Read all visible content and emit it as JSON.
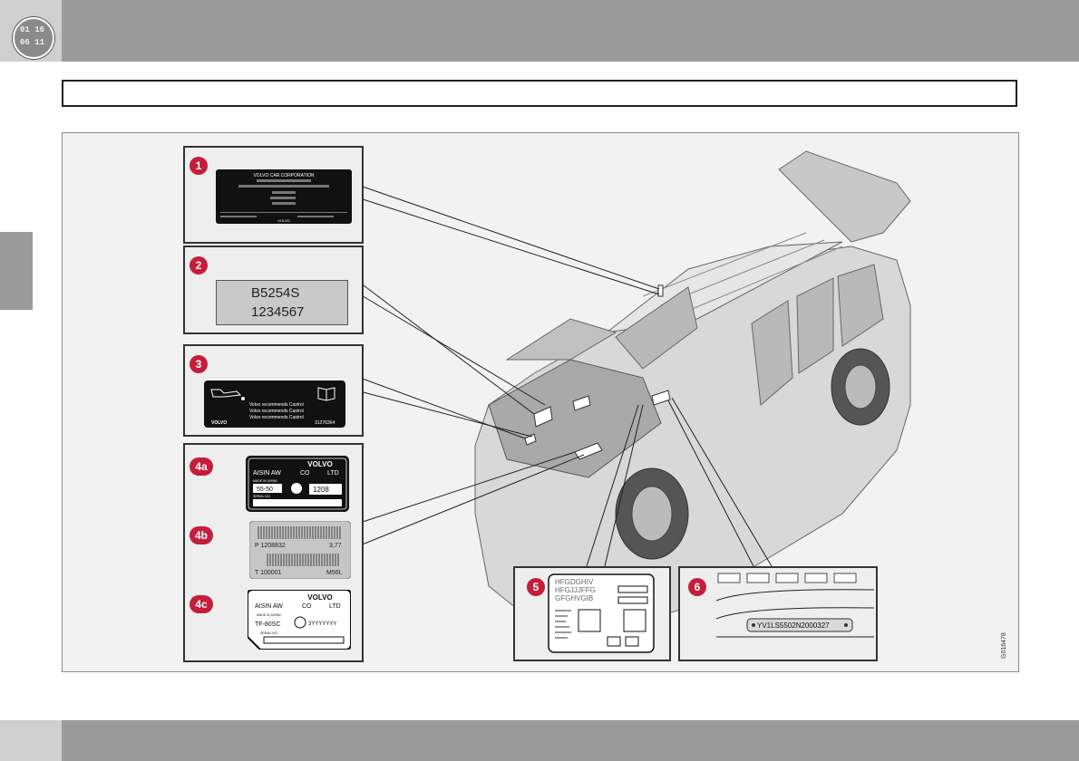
{
  "header": {
    "chapter_icon_line1": "01 16",
    "chapter_icon_line2": "06 11"
  },
  "figure_code": "G016478",
  "labels": {
    "l1": {
      "badge": "1",
      "company": "VOLVO CAR CORPORATION",
      "logo": "VOLVO"
    },
    "l2": {
      "badge": "2",
      "engine_type": "B5254S",
      "engine_number": "1234567"
    },
    "l3": {
      "badge": "3",
      "oil_line1": "Volvo recommends Castrol",
      "oil_line2": "Volvo recommends Castrol",
      "oil_line3": "Volvo recommends Castrol",
      "logo": "VOLVO",
      "part_no": "31276364"
    },
    "l4a": {
      "badge": "4a",
      "logo": "VOLVO",
      "maker": "AISIN AW",
      "co": "CO",
      "ltd": "LTD",
      "made_in": "MADE IN JAPAN",
      "model": "55-50",
      "code": "1208",
      "serial": "SERIAL NO."
    },
    "l4b": {
      "badge": "4b",
      "part": "P 1208832",
      "ratio": "3,77",
      "trans": "T 100001",
      "type": "M56L"
    },
    "l4c": {
      "badge": "4c",
      "logo": "VOLVO",
      "maker": "AISIN AW",
      "co": "CO",
      "ltd": "LTD",
      "made_in": "MADE IN JAPAN",
      "model": "TF-80SC",
      "code": "3YYYYYYY",
      "serial": "SERIAL NO."
    },
    "l5": {
      "badge": "5",
      "line1": "HFGDGHIV",
      "line2": "HFGJJJFFG",
      "line3": "GFGHVGIB"
    },
    "l6": {
      "badge": "6",
      "vin": "YV1LS5502N2000327"
    }
  }
}
